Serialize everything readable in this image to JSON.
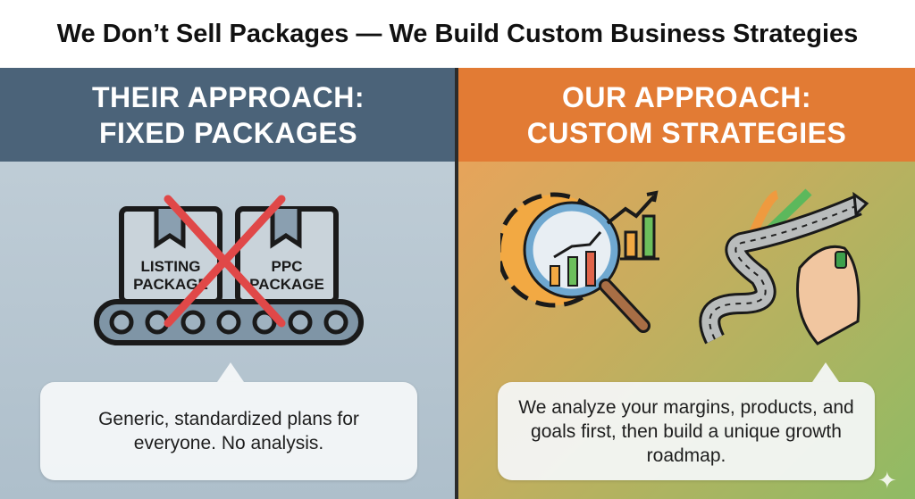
{
  "title": "We Don’t Sell Packages — We Build Custom Business Strategies",
  "left": {
    "heading_line1": "THEIR APPROACH:",
    "heading_line2": "FIXED PACKAGES",
    "packages": [
      {
        "line1": "LISTING",
        "line2": "PACKAGE"
      },
      {
        "line1": "PPC",
        "line2": "PACKAGE"
      }
    ],
    "description": "Generic, standardized plans for everyone. No analysis."
  },
  "right": {
    "heading_line1": "OUR APPROACH:",
    "heading_line2": "CUSTOM STRATEGIES",
    "description": "We analyze your margins, products, and goals first, then build a unique growth roadmap."
  },
  "colors": {
    "left_header": "#4b6379",
    "right_header": "#e27b34",
    "cross": "#e04848"
  }
}
